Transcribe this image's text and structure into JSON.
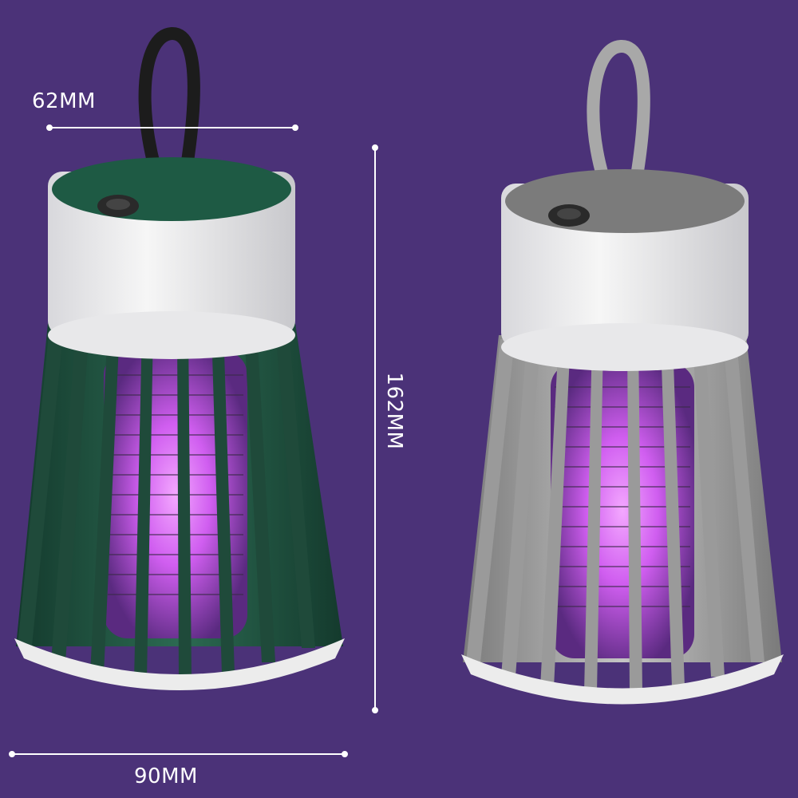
{
  "dimensions": {
    "top_width": "62MM",
    "height": "162MM",
    "bottom_width": "90MM"
  },
  "products": [
    {
      "name": "green-lamp",
      "body_color": "#1f4a3a",
      "lid_color": "#1e5a44",
      "strap_color": "#1c1c1c"
    },
    {
      "name": "gray-lamp",
      "body_color": "#9a9a9a",
      "lid_color": "#7b7b7b",
      "strap_color": "#a8a8a8"
    }
  ],
  "colors": {
    "background": "#4b3278",
    "glow": "#d86cf0",
    "shell": "#eeeeee"
  }
}
